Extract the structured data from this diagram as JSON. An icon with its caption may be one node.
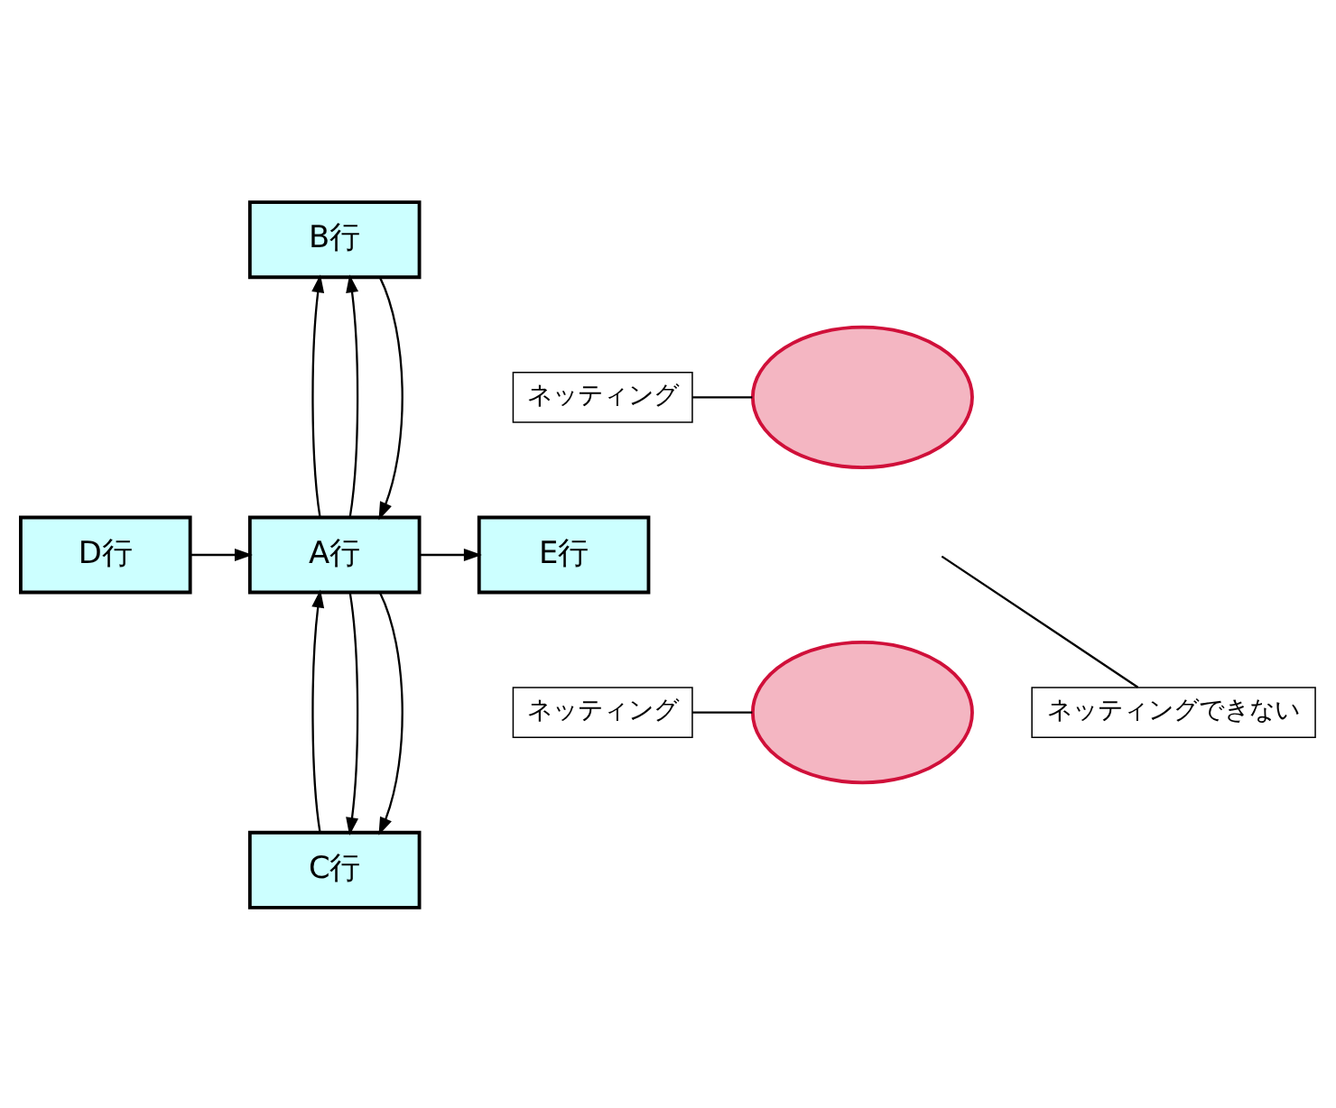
{
  "diagram": {
    "nodes": [
      {
        "text": [
          "B行"
        ]
      },
      {
        "text": [
          "ネッティング"
        ]
      },
      {
        "text": [],
        "shape": "ellipse"
      },
      {
        "text": [
          "D行"
        ]
      },
      {
        "text": [
          "A行"
        ]
      },
      {
        "text": [
          "E行"
        ]
      },
      {
        "text": [],
        "shape": "ellipse"
      },
      {
        "text": [
          "ネッティングできない"
        ]
      },
      {
        "text": [
          "ネッティング"
        ]
      },
      {
        "text": [
          "C行"
        ]
      }
    ],
    "edges": [
      {
        "from": 4,
        "to": 0,
        "arrow": "to"
      },
      {
        "from": 4,
        "to": 0,
        "arrow": "to"
      },
      {
        "from": 0,
        "to": 4,
        "arrow": "to"
      },
      {
        "from": 3,
        "to": 4,
        "arrow": "to"
      },
      {
        "from": 4,
        "to": 5,
        "arrow": "to"
      },
      {
        "from": 9,
        "to": 4,
        "arrow": "to"
      },
      {
        "from": 4,
        "to": 9,
        "arrow": "to"
      },
      {
        "from": 4,
        "to": 9,
        "arrow": "to"
      },
      {
        "from": 1,
        "to": 2,
        "arrow": "none"
      },
      {
        "from": 8,
        "to": 6,
        "arrow": "none"
      },
      {
        "from": 7,
        "to": null,
        "arrow": "none"
      }
    ]
  }
}
